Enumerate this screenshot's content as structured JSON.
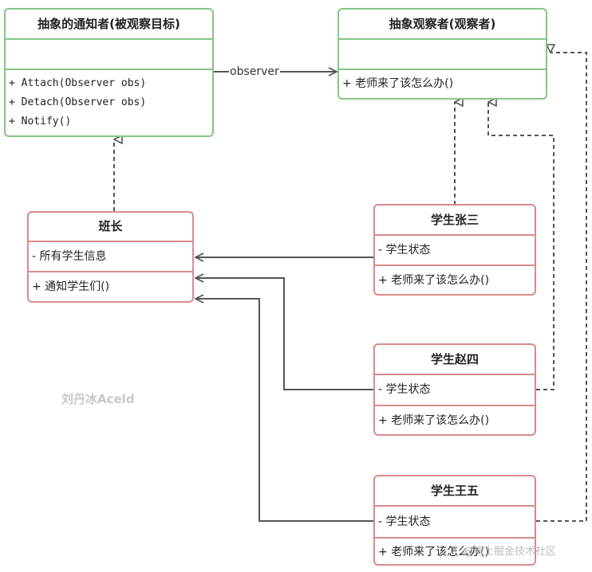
{
  "subject": {
    "title": "抽象的通知者(被观察目标)",
    "methods": [
      "+ Attach(Observer obs)",
      "+ Detach(Observer obs)",
      "+ Notify()"
    ]
  },
  "observer": {
    "title": "抽象观察者(观察者)",
    "methods": [
      "+ 老师来了该怎么办()"
    ]
  },
  "monitor": {
    "title": "班长",
    "attributes": [
      "- 所有学生信息"
    ],
    "methods": [
      "+ 通知学生们()"
    ]
  },
  "students": [
    {
      "title": "学生张三",
      "attributes": [
        "- 学生状态"
      ],
      "methods": [
        "+ 老师来了该怎么办()"
      ]
    },
    {
      "title": "学生赵四",
      "attributes": [
        "- 学生状态"
      ],
      "methods": [
        "+ 老师来了该怎么办()"
      ]
    },
    {
      "title": "学生王五",
      "attributes": [
        "- 学生状态"
      ],
      "methods": [
        "+ 老师来了该怎么办()"
      ]
    }
  ],
  "association_label": "observer",
  "watermark_left": "刘丹冰Aceld",
  "watermark_right": "@稀土掘金技术社区",
  "colors": {
    "abstract_border": "#82c785",
    "concrete_border": "#d98a8a",
    "line": "#555555"
  }
}
